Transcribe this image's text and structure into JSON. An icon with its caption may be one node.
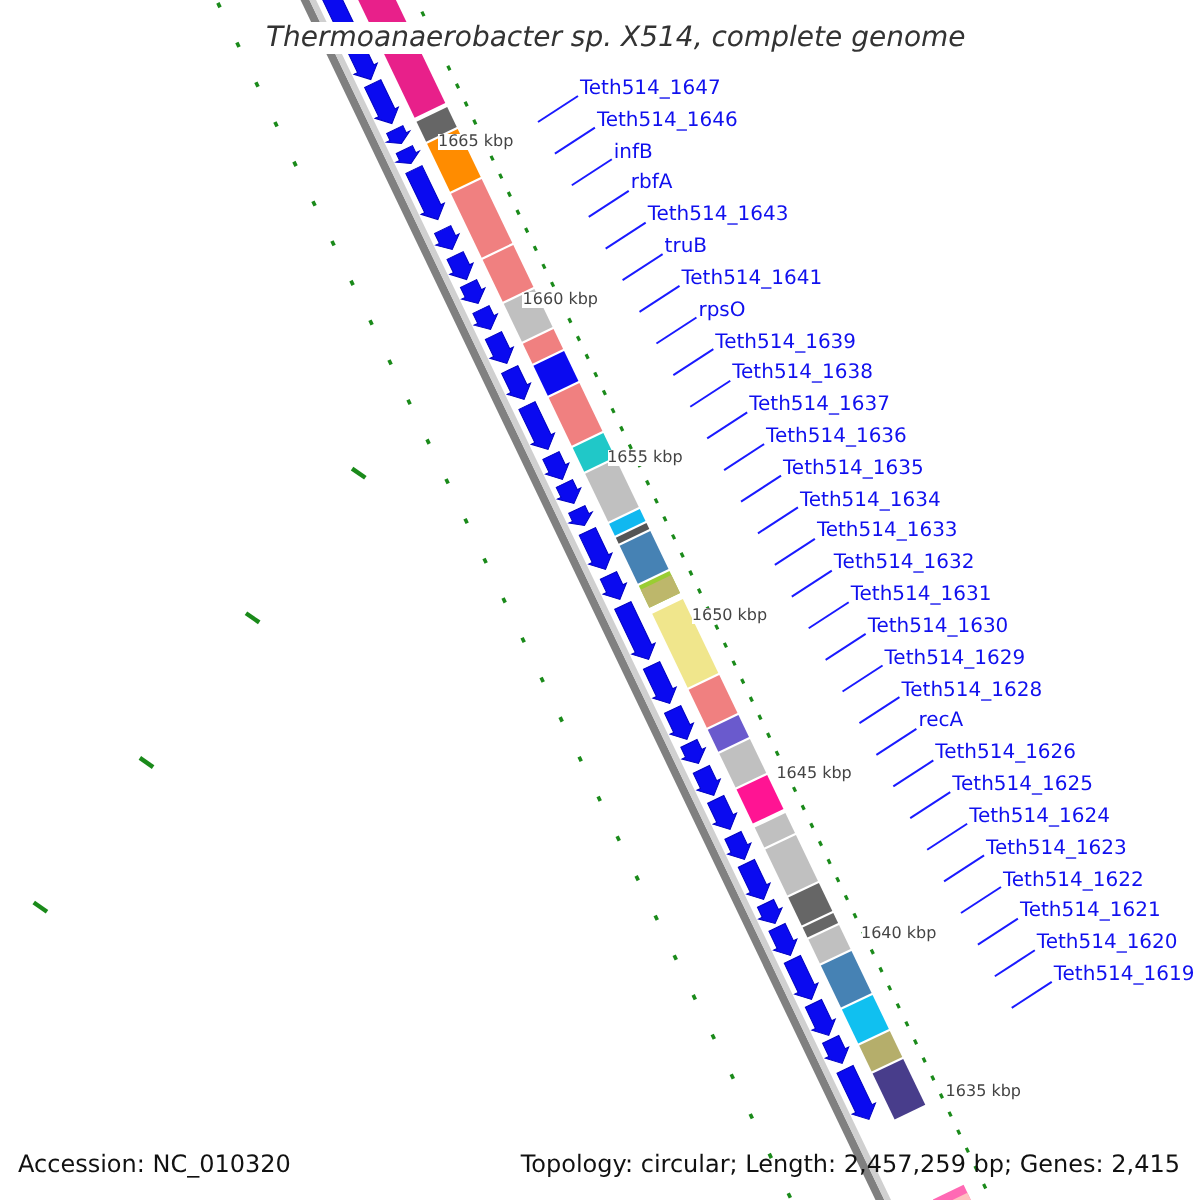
{
  "diagram": {
    "title": "Thermoanaerobacter sp. X514, complete genome",
    "nodes": [
      {
        "text": [
          "Teth514_1647"
        ]
      },
      {
        "text": [
          "Teth514_1646"
        ]
      },
      {
        "text": [
          "infB"
        ]
      },
      {
        "text": [
          "rbfA"
        ]
      },
      {
        "text": [
          "Teth514_1643"
        ]
      },
      {
        "text": [
          "truB"
        ]
      },
      {
        "text": [
          "Teth514_1641"
        ]
      },
      {
        "text": [
          "rpsO"
        ]
      },
      {
        "text": [
          "Teth514_1639"
        ]
      },
      {
        "text": [
          "Teth514_1638"
        ]
      },
      {
        "text": [
          "Teth514_1637"
        ]
      },
      {
        "text": [
          "Teth514_1636"
        ]
      },
      {
        "text": [
          "Teth514_1635"
        ]
      },
      {
        "text": [
          "Teth514_1634"
        ]
      },
      {
        "text": [
          "Teth514_1633"
        ]
      },
      {
        "text": [
          "Teth514_1632"
        ]
      },
      {
        "text": [
          "Teth514_1631"
        ]
      },
      {
        "text": [
          "Teth514_1630"
        ]
      },
      {
        "text": [
          "Teth514_1629"
        ]
      },
      {
        "text": [
          "Teth514_1628"
        ]
      },
      {
        "text": [
          "recA"
        ]
      },
      {
        "text": [
          "Teth514_1626"
        ]
      },
      {
        "text": [
          "Teth514_1625"
        ]
      },
      {
        "text": [
          "Teth514_1624"
        ]
      },
      {
        "text": [
          "Teth514_1623"
        ]
      },
      {
        "text": [
          "Teth514_1622"
        ]
      },
      {
        "text": [
          "Teth514_1621"
        ]
      },
      {
        "text": [
          "Teth514_1620"
        ]
      },
      {
        "text": [
          "Teth514_1619"
        ]
      }
    ],
    "edges": [
      {
        "from": 0,
        "to": null,
        "arrow": "none"
      },
      {
        "from": 1,
        "to": null,
        "arrow": "none"
      },
      {
        "from": 2,
        "to": null,
        "arrow": "none"
      },
      {
        "from": 3,
        "to": null,
        "arrow": "none"
      },
      {
        "from": 4,
        "to": null,
        "arrow": "none"
      },
      {
        "from": 5,
        "to": null,
        "arrow": "none"
      },
      {
        "from": 6,
        "to": null,
        "arrow": "none"
      },
      {
        "from": 7,
        "to": null,
        "arrow": "none"
      },
      {
        "from": 8,
        "to": null,
        "arrow": "none"
      },
      {
        "from": 9,
        "to": null,
        "arrow": "none"
      },
      {
        "from": 10,
        "to": null,
        "arrow": "none"
      },
      {
        "from": 11,
        "to": null,
        "arrow": "none"
      },
      {
        "from": 12,
        "to": null,
        "arrow": "none"
      },
      {
        "from": 13,
        "to": null,
        "arrow": "none"
      },
      {
        "from": 14,
        "to": null,
        "arrow": "none"
      },
      {
        "from": 15,
        "to": null,
        "arrow": "none"
      },
      {
        "from": 16,
        "to": null,
        "arrow": "none"
      },
      {
        "from": 17,
        "to": null,
        "arrow": "none"
      },
      {
        "from": 18,
        "to": null,
        "arrow": "none"
      },
      {
        "from": 19,
        "to": null,
        "arrow": "none"
      },
      {
        "from": 20,
        "to": null,
        "arrow": "none"
      },
      {
        "from": 21,
        "to": null,
        "arrow": "none"
      },
      {
        "from": 22,
        "to": null,
        "arrow": "none"
      },
      {
        "from": 23,
        "to": null,
        "arrow": "none"
      },
      {
        "from": 24,
        "to": null,
        "arrow": "none"
      },
      {
        "from": 25,
        "to": null,
        "arrow": "none"
      },
      {
        "from": 26,
        "to": null,
        "arrow": "none"
      },
      {
        "from": 27,
        "to": null,
        "arrow": "none"
      },
      {
        "from": 28,
        "to": null,
        "arrow": "none"
      }
    ],
    "labels": [
      "1665 kbp",
      "1660 kbp",
      "1655 kbp",
      "1650 kbp",
      "1645 kbp",
      "1640 kbp",
      "1635 kbp",
      "Accession: NC_010320",
      "Topology: circular; Length: 2,457,259 bp; Genes: 2,415"
    ]
  }
}
